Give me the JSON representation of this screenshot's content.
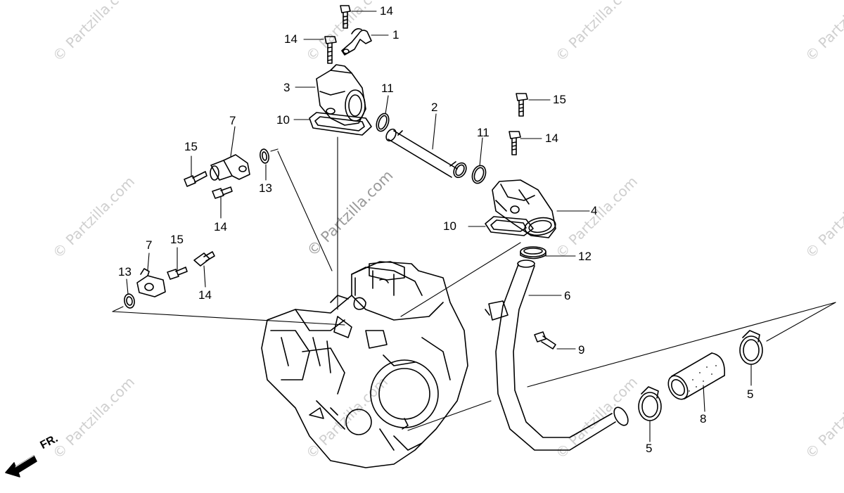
{
  "watermarks": {
    "small": "© Partzilla.com",
    "center": "© Partzilla.com"
  },
  "direction_marker": {
    "label": "FR."
  },
  "callouts": [
    {
      "id": "c14a",
      "label": "14"
    },
    {
      "id": "c1",
      "label": "1"
    },
    {
      "id": "c14b",
      "label": "14"
    },
    {
      "id": "c3",
      "label": "3"
    },
    {
      "id": "c11a",
      "label": "11"
    },
    {
      "id": "c2",
      "label": "2"
    },
    {
      "id": "c15a",
      "label": "15"
    },
    {
      "id": "c10a",
      "label": "10"
    },
    {
      "id": "c7a",
      "label": "7"
    },
    {
      "id": "c11b",
      "label": "11"
    },
    {
      "id": "c14c",
      "label": "14"
    },
    {
      "id": "c15b",
      "label": "15"
    },
    {
      "id": "c13a",
      "label": "13"
    },
    {
      "id": "c14d",
      "label": "14"
    },
    {
      "id": "c4",
      "label": "4"
    },
    {
      "id": "c10b",
      "label": "10"
    },
    {
      "id": "c7b",
      "label": "7"
    },
    {
      "id": "c15c",
      "label": "15"
    },
    {
      "id": "c12",
      "label": "12"
    },
    {
      "id": "c13b",
      "label": "13"
    },
    {
      "id": "c14e",
      "label": "14"
    },
    {
      "id": "c6",
      "label": "6"
    },
    {
      "id": "c9",
      "label": "9"
    },
    {
      "id": "c5a",
      "label": "5"
    },
    {
      "id": "c8",
      "label": "8"
    },
    {
      "id": "c5b",
      "label": "5"
    }
  ]
}
